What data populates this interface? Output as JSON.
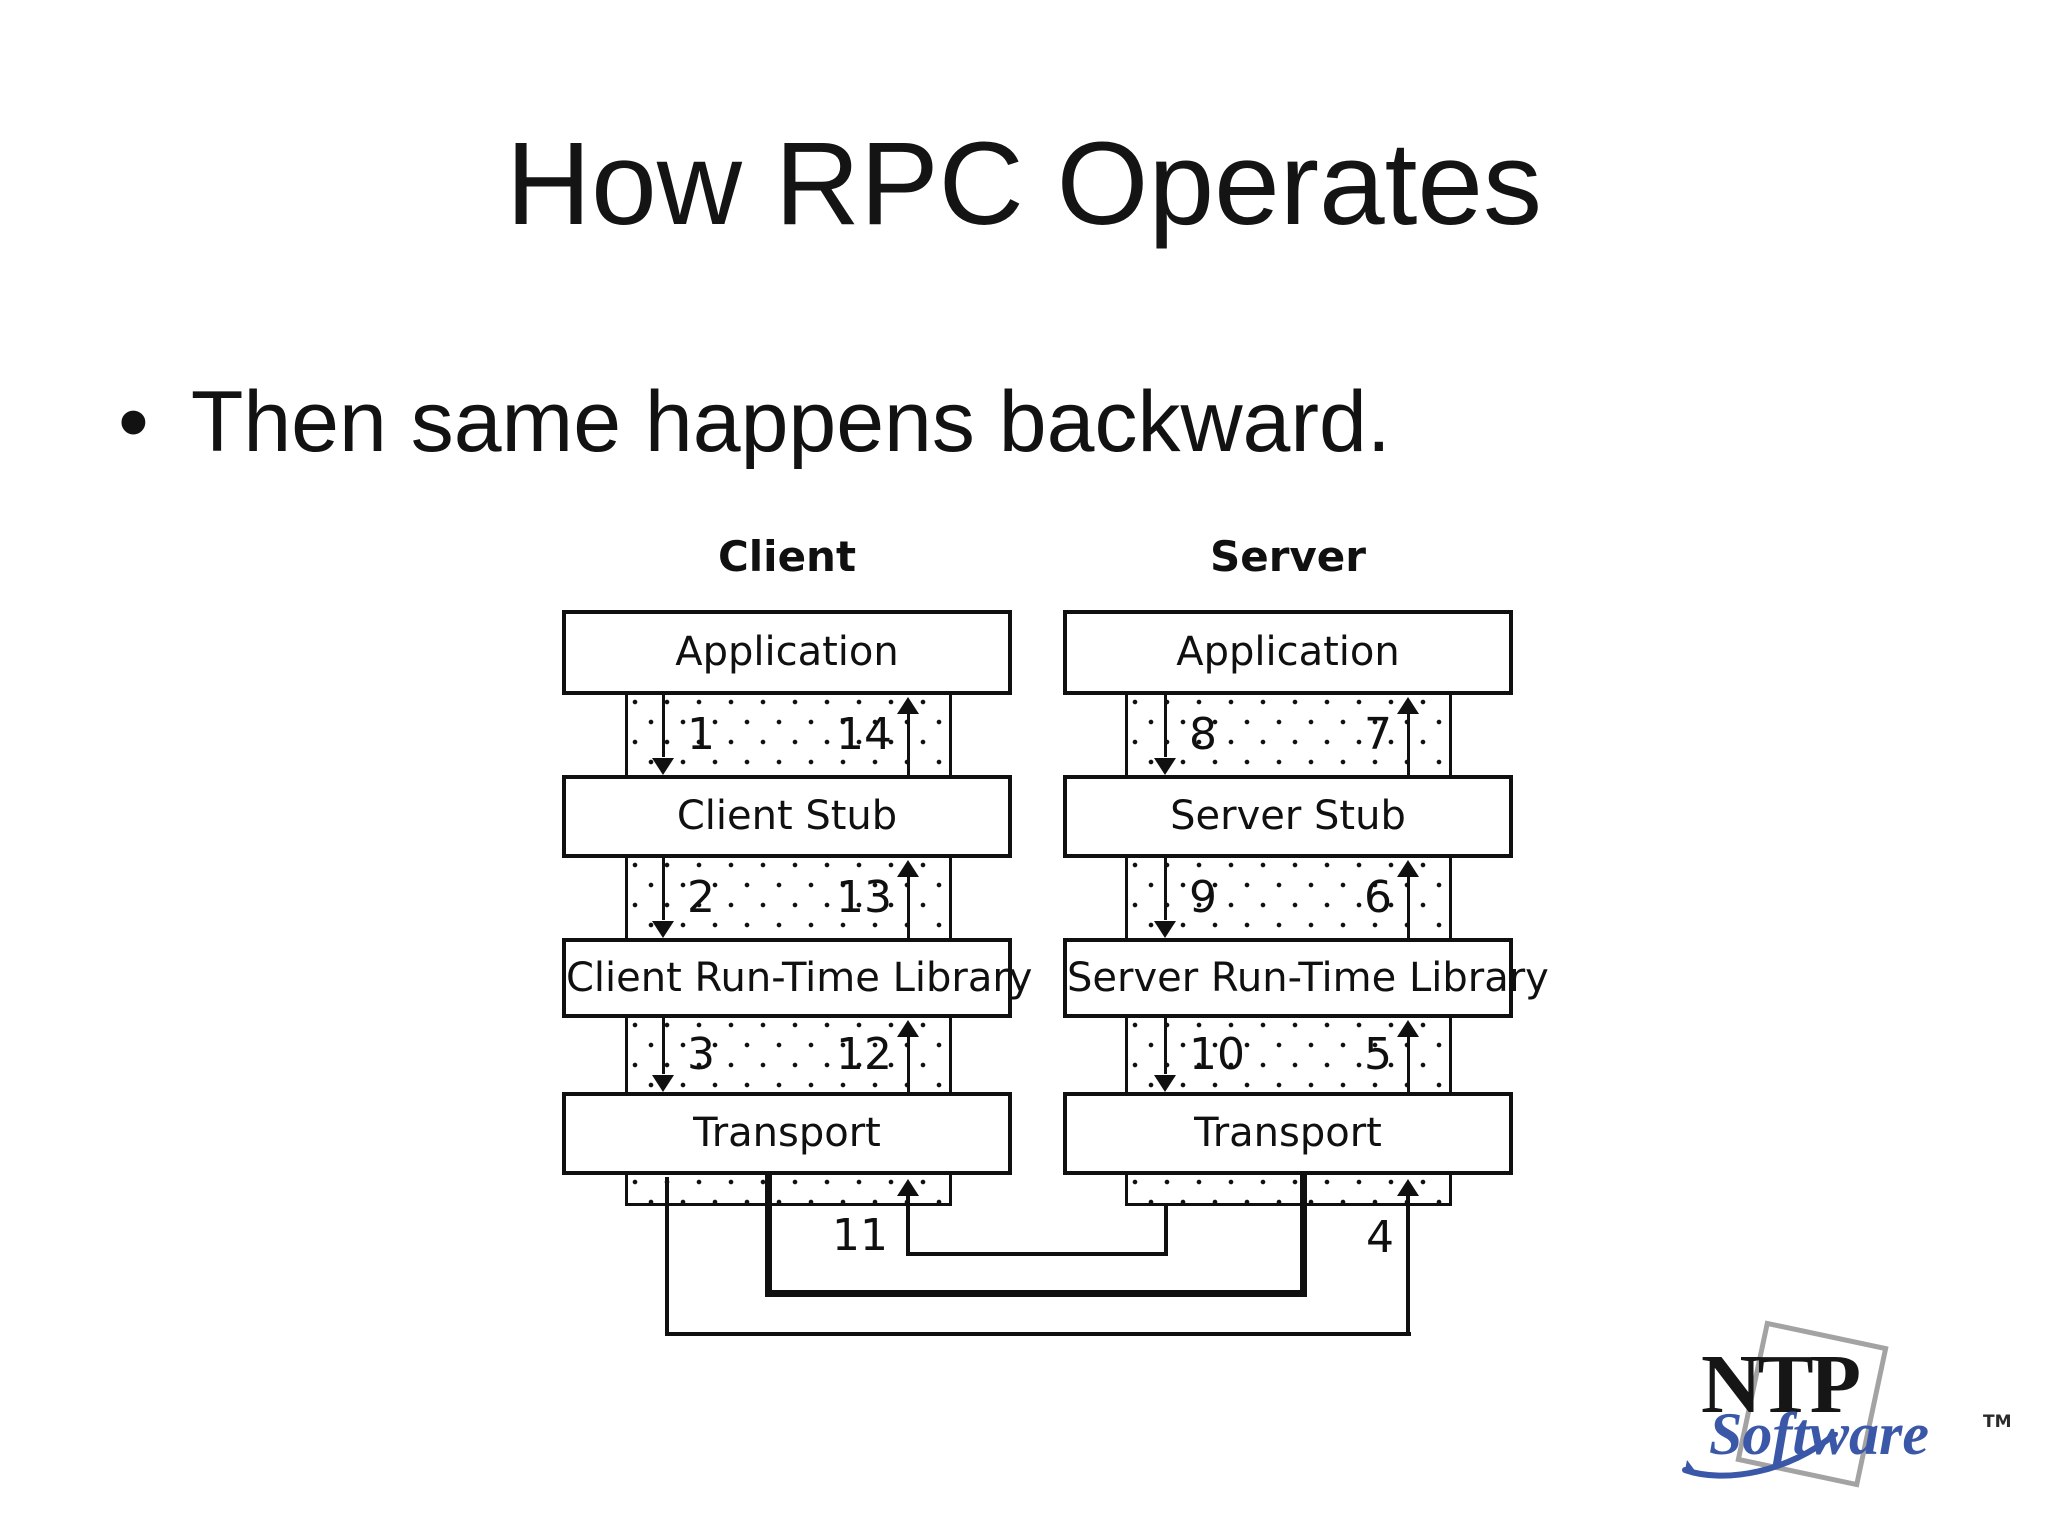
{
  "slide": {
    "title": "How RPC Operates",
    "bullet_glyph": "•",
    "bullet": "Then same happens backward."
  },
  "diagram": {
    "client": {
      "header": "Client",
      "layers": [
        "Application",
        "Client Stub",
        "Client Run-Time Library",
        "Transport"
      ],
      "steps": {
        "down": [
          "1",
          "2",
          "3"
        ],
        "up": [
          "14",
          "13",
          "12"
        ]
      }
    },
    "server": {
      "header": "Server",
      "layers": [
        "Application",
        "Server Stub",
        "Server Run-Time Library",
        "Transport"
      ],
      "steps": {
        "down": [
          "8",
          "9",
          "10"
        ],
        "up": [
          "7",
          "6",
          "5"
        ]
      }
    },
    "network": {
      "response_step": "11",
      "request_step": "4"
    }
  },
  "logo": {
    "line1": "NTP",
    "line2": "Software",
    "tm": "TM"
  },
  "colors": {
    "ink": "#101010",
    "logo_blue": "#3a57a8",
    "logo_gray": "#a3a3a3",
    "background": "#ffffff"
  }
}
